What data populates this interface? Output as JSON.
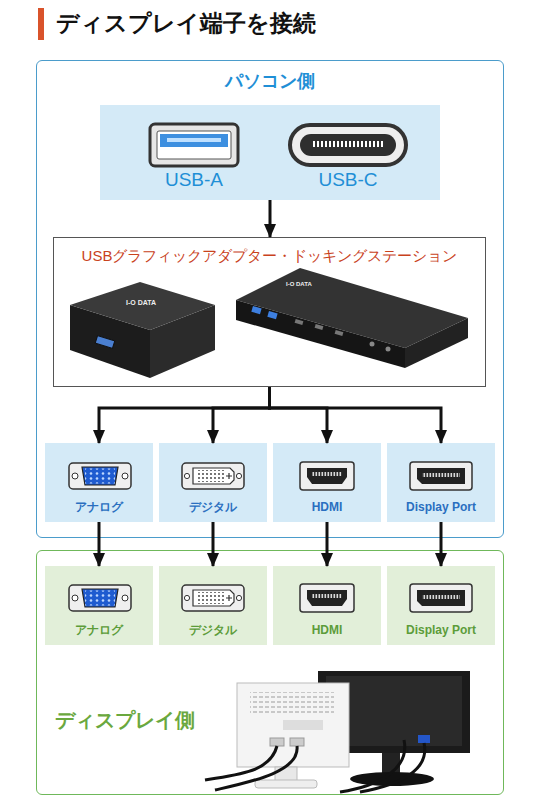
{
  "diagram": {
    "title": "ディスプレイ端子を接続",
    "nodes": [
      {
        "text": [
          "パソコン側"
        ]
      },
      {
        "text": [
          "USB-A",
          "USB-C"
        ],
        "in": 0
      },
      {
        "text": [
          "USBグラフィックアダプター・ドッキングステーション"
        ],
        "in": 0
      },
      {
        "text": [
          "アナログ"
        ],
        "in": 0
      },
      {
        "text": [
          "デジタル"
        ],
        "in": 0
      },
      {
        "text": [
          "HDMI"
        ],
        "in": 0
      },
      {
        "text": [
          "Display Port"
        ],
        "in": 0
      },
      {
        "text": [
          "ディスプレイ側"
        ]
      },
      {
        "text": [
          "アナログ"
        ],
        "in": 7
      },
      {
        "text": [
          "デジタル"
        ],
        "in": 7
      },
      {
        "text": [
          "HDMI"
        ],
        "in": 7
      },
      {
        "text": [
          "Display Port"
        ],
        "in": 7
      }
    ],
    "edges": [
      {
        "from": 1,
        "to": 2,
        "arrow": "to"
      },
      {
        "from": 2,
        "to": 3,
        "arrow": "to"
      },
      {
        "from": 2,
        "to": 4,
        "arrow": "to"
      },
      {
        "from": 2,
        "to": 5,
        "arrow": "to"
      },
      {
        "from": 2,
        "to": 6,
        "arrow": "to"
      },
      {
        "from": 3,
        "to": 8,
        "arrow": "to"
      },
      {
        "from": 4,
        "to": 9,
        "arrow": "to"
      },
      {
        "from": 5,
        "to": 10,
        "arrow": "to"
      },
      {
        "from": 6,
        "to": 11,
        "arrow": "to"
      }
    ],
    "labels": [
      "I-O DATA",
      "I-O DATA"
    ]
  }
}
